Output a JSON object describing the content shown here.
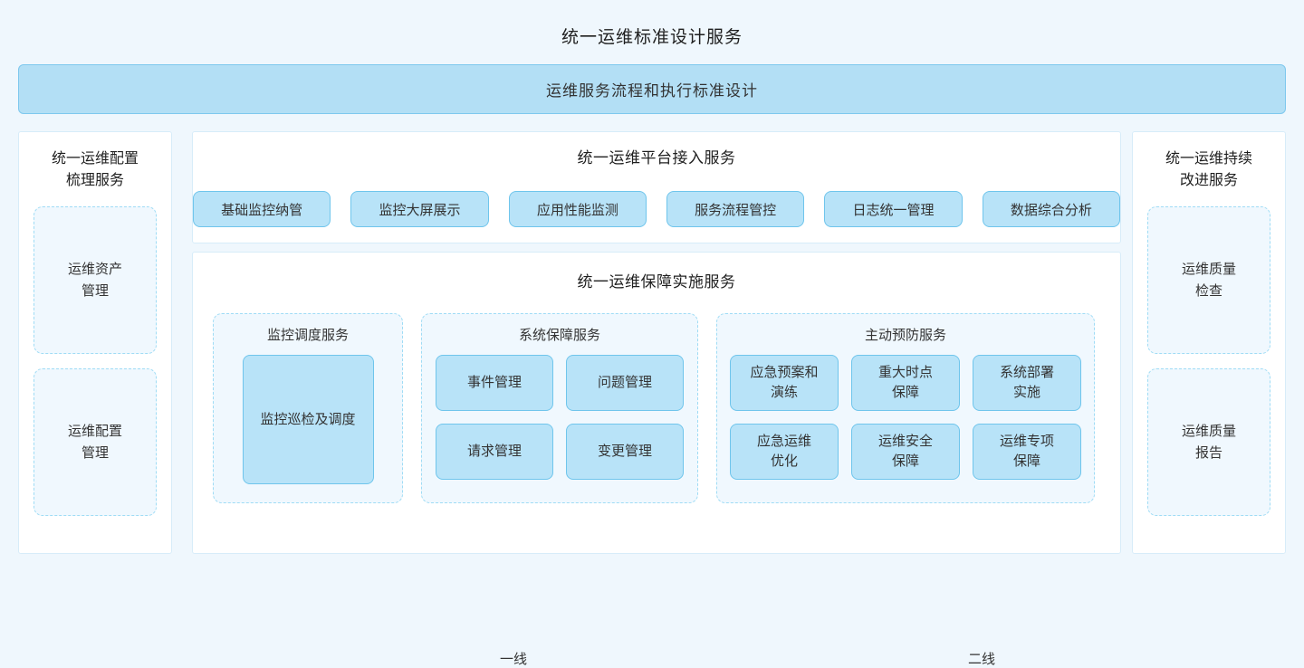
{
  "main_title": "统一运维标准设计服务",
  "banner": {
    "label": "运维服务流程和执行标准设计"
  },
  "left_column": {
    "title": "统一运维配置\n梳理服务",
    "cards": [
      {
        "label": "运维资产\n管理"
      },
      {
        "label": "运维配置\n管理"
      }
    ]
  },
  "right_column": {
    "title": "统一运维持续\n改进服务",
    "cards": [
      {
        "label": "运维质量\n检查"
      },
      {
        "label": "运维质量\n报告"
      }
    ]
  },
  "platform_access": {
    "title": "统一运维平台接入服务",
    "items": [
      {
        "label": "基础监控纳管"
      },
      {
        "label": "监控大屏展示"
      },
      {
        "label": "应用性能监测"
      },
      {
        "label": "服务流程管控"
      },
      {
        "label": "日志统一管理"
      },
      {
        "label": "数据综合分析"
      }
    ]
  },
  "implementation": {
    "title": "统一运维保障实施服务",
    "groups": [
      {
        "title": "监控调度服务",
        "items": [
          {
            "label": "监控巡检及调度"
          }
        ]
      },
      {
        "title": "系统保障服务",
        "items": [
          {
            "label": "事件管理"
          },
          {
            "label": "问题管理"
          },
          {
            "label": "请求管理"
          },
          {
            "label": "变更管理"
          }
        ]
      },
      {
        "title": "主动预防服务",
        "items": [
          {
            "label": "应急预案和\n演练"
          },
          {
            "label": "重大时点\n保障"
          },
          {
            "label": "系统部署\n实施"
          },
          {
            "label": "应急运维\n优化"
          },
          {
            "label": "运维安全\n保障"
          },
          {
            "label": "运维专项\n保障"
          }
        ]
      }
    ],
    "line_labels": {
      "first": "一线",
      "second": "二线"
    }
  },
  "colors": {
    "page_background": "#eff7fd",
    "banner_fill": "#b3dff5",
    "banner_border": "#7ec8ee",
    "card_fill": "#b8e3f8",
    "card_border": "#6fc5ec",
    "dashed_fill": "#f0f8fe",
    "dashed_border": "#9fdcf5",
    "panel_border": "#d7ecf9",
    "text": "#333333"
  }
}
